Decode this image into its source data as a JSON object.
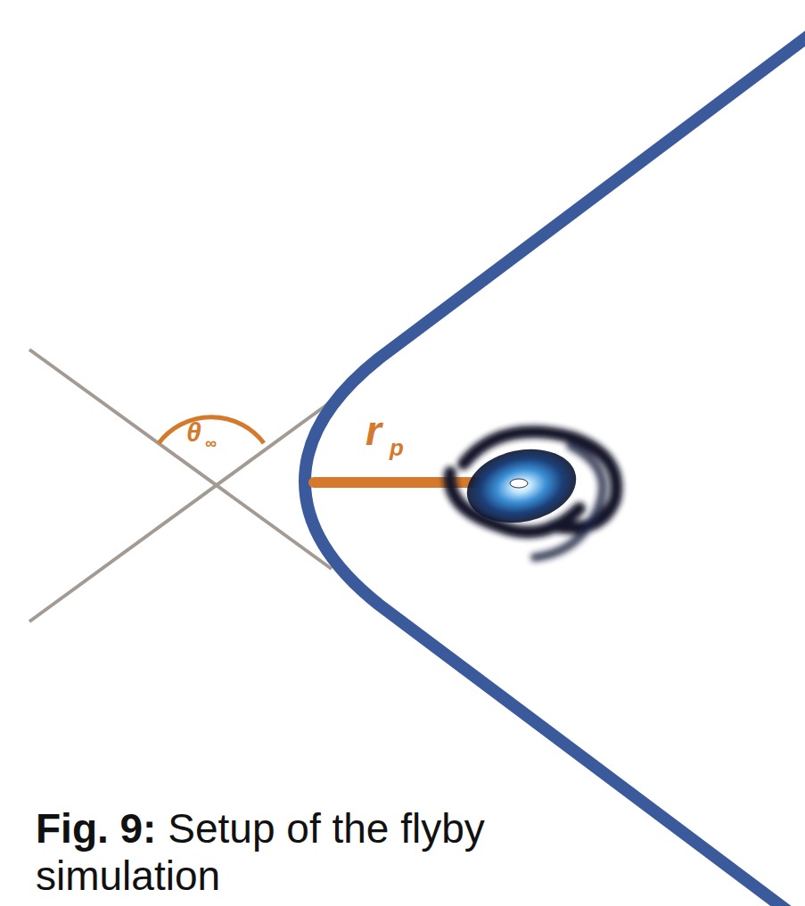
{
  "diagram": {
    "caption": "Setup of the flyby simulation",
    "labels": [
      "θ",
      "∞",
      "r",
      "p",
      "Fig. 9:"
    ]
  }
}
